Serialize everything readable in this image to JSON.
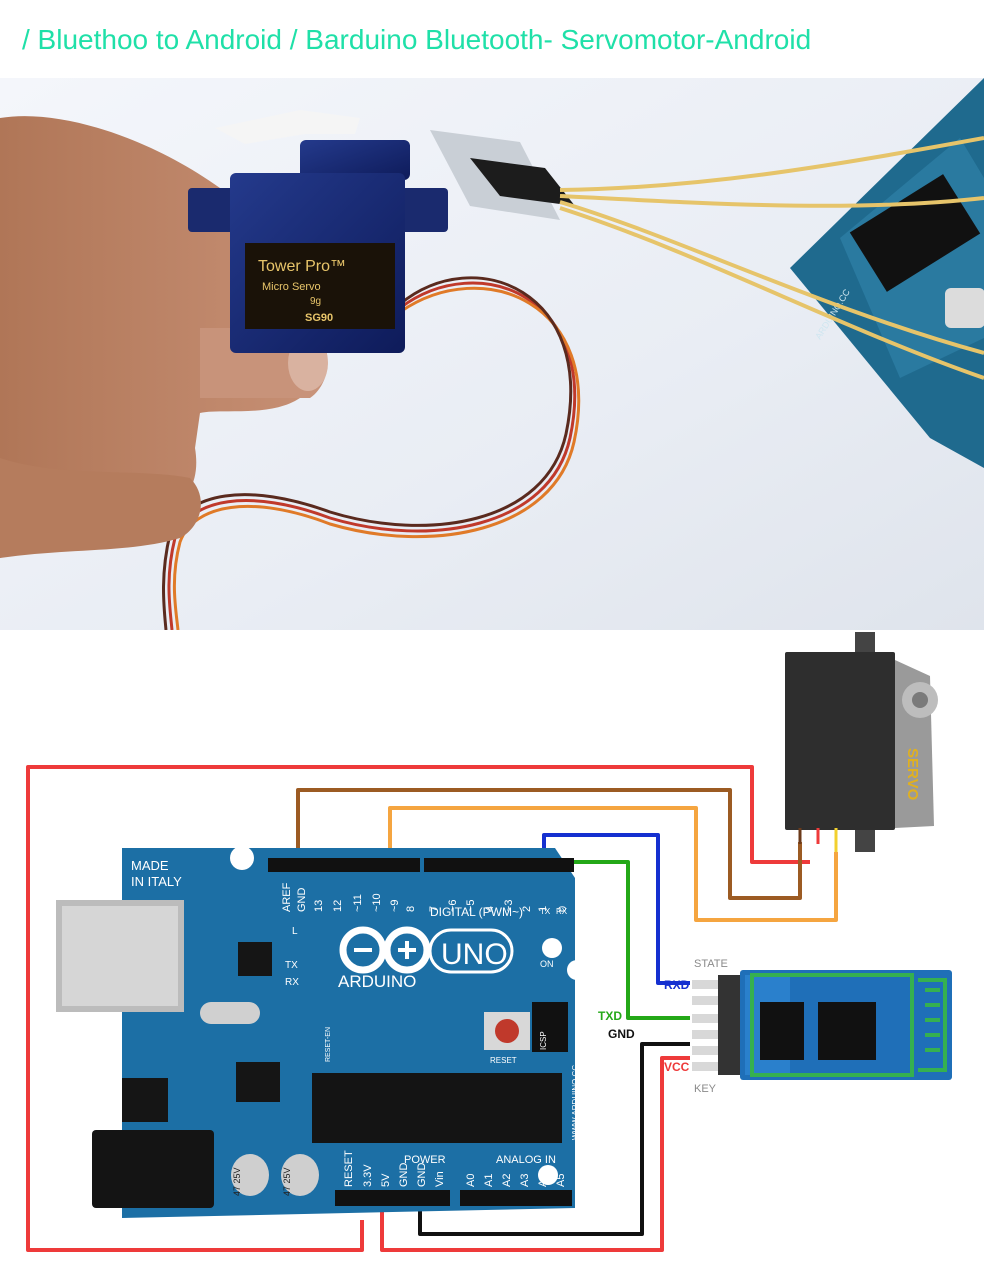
{
  "title": "/ Bluethoo to Android / Barduino Bluetooth- Servomotor-Android",
  "colors": {
    "title": "#1fe0a8",
    "arduino_board": "#1c6fa5",
    "bt_board": "#1f6fb8",
    "wire_vcc": "#ee3a3a",
    "wire_gnd": "#111111",
    "wire_rxd": "#1530d0",
    "wire_txd": "#24a818",
    "wire_servo_brown": "#9c5b23",
    "wire_servo_orange": "#f5a540",
    "servo_body": "#2e2e2e"
  },
  "photo": {
    "servo_brand": "Tower Pro™",
    "servo_model": "Micro Servo",
    "servo_weight": "9g",
    "servo_code": "SG90",
    "arduino_text": "ARDUINO.CC"
  },
  "servo": {
    "label": "SERVO"
  },
  "bt_module": {
    "state": "STATE",
    "rxd": "RXD",
    "txd": "TXD",
    "gnd": "GND",
    "vcc": "VCC",
    "key": "KEY"
  },
  "arduino": {
    "made_in": "MADE",
    "in_italy": "IN ITALY",
    "logo": "ARDUINO",
    "uno": "UNO",
    "digital_label": "DIGITAL (PWM~)",
    "tx_small": "TX",
    "rx_small": "RX",
    "led_l": "L",
    "led_tx": "TX",
    "led_rx": "RX",
    "led_on": "ON",
    "reset_en": "RESET-EN",
    "reset": "RESET",
    "icsp": "ICSP",
    "www": "WWW.ARDUINO.CC",
    "power_label": "POWER",
    "analog_label": "ANALOG IN",
    "cap1": "47 25V",
    "cap2": "47 25V",
    "top_pins": [
      "AREF",
      "GND",
      "13",
      "12",
      "~11",
      "~10",
      "~9",
      "8",
      "7",
      "~6",
      "~5",
      "4",
      "~3",
      "2",
      "1",
      "0"
    ],
    "power_pins": [
      "RESET",
      "3.3V",
      "5V",
      "GND",
      "GND",
      "Vin"
    ],
    "analog_pins": [
      "A0",
      "A1",
      "A2",
      "A3",
      "A4",
      "A5"
    ]
  }
}
